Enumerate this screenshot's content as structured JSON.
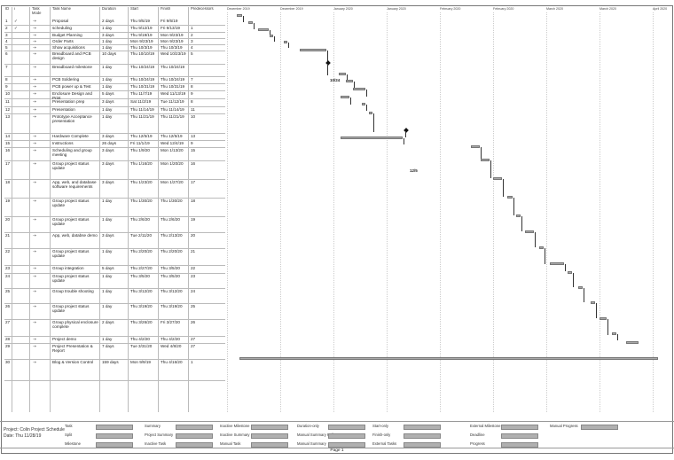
{
  "header": {
    "id": "ID",
    "info": "i",
    "mode": "Task Mode",
    "name": "Task Name",
    "duration": "Duration",
    "start": "Start",
    "finish": "Finish",
    "predecessors": "Predecessors"
  },
  "timescale": [
    "December 2019",
    "December 2019",
    "January 2020",
    "January 2020",
    "February 2020",
    "February 2020",
    "March 2020",
    "March 2020",
    "April 2020"
  ],
  "tasks": [
    {
      "id": "1",
      "info": "✓",
      "name": "Proposal",
      "duration": "2 days",
      "start": "Thu 9/5/19",
      "finish": "Fri 9/6/19",
      "pred": ""
    },
    {
      "id": "2",
      "info": "✓",
      "name": "scheduling",
      "duration": "1 day",
      "start": "Thu 9/12/19",
      "finish": "Fri 9/13/19",
      "pred": "1"
    },
    {
      "id": "3",
      "info": "",
      "name": "Budget Planning",
      "duration": "3 days",
      "start": "Thu 9/19/19",
      "finish": "Mon 9/23/19",
      "pred": "2"
    },
    {
      "id": "4",
      "info": "",
      "name": "Order Parts",
      "duration": "1 day",
      "start": "Mon 9/23/19",
      "finish": "Mon 9/23/19",
      "pred": "3"
    },
    {
      "id": "5",
      "info": "",
      "name": "Show acquisitions",
      "duration": "1 day",
      "start": "Thu 10/3/19",
      "finish": "Thu 10/3/19",
      "pred": "4"
    },
    {
      "id": "6",
      "info": "",
      "name": "Breadboard and PCB design",
      "duration": "10 days",
      "start": "Thu 10/10/19",
      "finish": "Wed 10/23/19",
      "pred": "5"
    },
    {
      "id": "7",
      "info": "",
      "name": "Breadboard milestone",
      "duration": "1 day",
      "start": "Thu 10/24/19",
      "finish": "Thu 10/24/19",
      "pred": ""
    },
    {
      "id": "8",
      "info": "",
      "name": "PCB Soldering",
      "duration": "1 day",
      "start": "Thu 10/24/19",
      "finish": "Thu 10/24/19",
      "pred": "7"
    },
    {
      "id": "9",
      "info": "",
      "name": "PCB power up & Test",
      "duration": "1 day",
      "start": "Thu 10/31/19",
      "finish": "Thu 10/31/19",
      "pred": "8"
    },
    {
      "id": "10",
      "info": "",
      "name": "Enclosure Design and Print",
      "duration": "5 days",
      "start": "Thu 11/7/19",
      "finish": "Wed 11/13/19",
      "pred": "9"
    },
    {
      "id": "11",
      "info": "",
      "name": "Presentation prep",
      "duration": "3 days",
      "start": "Sat 11/2/19",
      "finish": "Tue 11/12/19",
      "pred": "8"
    },
    {
      "id": "12",
      "info": "",
      "name": "Presentation",
      "duration": "1 day",
      "start": "Thu 11/14/19",
      "finish": "Thu 11/14/19",
      "pred": "11"
    },
    {
      "id": "13",
      "info": "",
      "name": "Prototype Acceptance presentation",
      "duration": "1 day",
      "start": "Thu 11/21/19",
      "finish": "Thu 11/21/19",
      "pred": "10"
    },
    {
      "id": "14",
      "info": "",
      "name": "Hardware Complete",
      "duration": "3 days",
      "start": "Thu 12/5/19",
      "finish": "Thu 12/5/19",
      "pred": "13"
    },
    {
      "id": "15",
      "info": "",
      "name": "Instructions",
      "duration": "26 days",
      "start": "Fri 11/1/19",
      "finish": "Wed 12/4/19",
      "pred": "9"
    },
    {
      "id": "16",
      "info": "",
      "name": "Scheduling and group meeting",
      "duration": "3 days",
      "start": "Thu 1/9/20",
      "finish": "Mon 1/13/20",
      "pred": "15"
    },
    {
      "id": "17",
      "info": "",
      "name": "Group project status update",
      "duration": "3 days",
      "start": "Thu 1/16/20",
      "finish": "Mon 1/20/20",
      "pred": "16"
    },
    {
      "id": "18",
      "info": "",
      "name": "App, web, and database software requirements",
      "duration": "3 days",
      "start": "Thu 1/23/20",
      "finish": "Mon 1/27/20",
      "pred": "17"
    },
    {
      "id": "19",
      "info": "",
      "name": "Group project status update",
      "duration": "1 day",
      "start": "Thu 1/30/20",
      "finish": "Thu 1/30/20",
      "pred": "18"
    },
    {
      "id": "20",
      "info": "",
      "name": "Group project status update",
      "duration": "1 day",
      "start": "Thu 2/6/20",
      "finish": "Thu 2/6/20",
      "pred": "19"
    },
    {
      "id": "21",
      "info": "",
      "name": "App, web, databse demo",
      "duration": "3 days",
      "start": "Tue 2/11/20",
      "finish": "Thu 2/13/20",
      "pred": "20"
    },
    {
      "id": "22",
      "info": "",
      "name": "Group project status update",
      "duration": "1 day",
      "start": "Thu 2/20/20",
      "finish": "Thu 2/20/20",
      "pred": "21"
    },
    {
      "id": "23",
      "info": "",
      "name": "Group integration",
      "duration": "5 days",
      "start": "Thu 2/27/20",
      "finish": "Thu 3/5/20",
      "pred": "22"
    },
    {
      "id": "24",
      "info": "",
      "name": "Group project status update",
      "duration": "1 day",
      "start": "Thu 3/5/20",
      "finish": "Thu 3/5/20",
      "pred": "23"
    },
    {
      "id": "25",
      "info": "",
      "name": "Group trouble shooting",
      "duration": "1 day",
      "start": "Thu 3/12/20",
      "finish": "Thu 3/12/20",
      "pred": "24"
    },
    {
      "id": "26",
      "info": "",
      "name": "Group project status update",
      "duration": "1 day",
      "start": "Thu 3/19/20",
      "finish": "Thu 3/19/20",
      "pred": "25"
    },
    {
      "id": "27",
      "info": "",
      "name": "Group physical enclosure complete",
      "duration": "2 days",
      "start": "Thu 3/26/20",
      "finish": "Fri 3/27/20",
      "pred": "26"
    },
    {
      "id": "28",
      "info": "",
      "name": "Project demo",
      "duration": "1 day",
      "start": "Thu 4/2/20",
      "finish": "Thu 4/2/20",
      "pred": "27"
    },
    {
      "id": "29",
      "info": "",
      "name": "Project Presentation & Report",
      "duration": "7 days",
      "start": "Tue 3/31/20",
      "finish": "Wed 4/8/20",
      "pred": "27"
    },
    {
      "id": "30",
      "info": "",
      "name": "Blog & Version Control",
      "duration": "159 days",
      "start": "Mon 9/9/19",
      "finish": "Thu 4/16/20",
      "pred": "1"
    }
  ],
  "milestones": {
    "m1": "10/24",
    "m2": "12/5"
  },
  "legend": {
    "project": "Project: Colin Project Schedule",
    "date": "Date: Thu 11/28/19",
    "items": [
      "Task",
      "Split",
      "Milestone",
      "Summary",
      "Project Summary",
      "Inactive Task",
      "Inactive Milestone",
      "Inactive Summary",
      "Manual Task",
      "Duration-only",
      "Manual Summary Rollup",
      "Manual Summary",
      "Start-only",
      "Finish-only",
      "External Tasks",
      "External Milestone",
      "Deadline",
      "Progress",
      "Manual Progress"
    ]
  },
  "footer": {
    "page": "Page 1"
  }
}
